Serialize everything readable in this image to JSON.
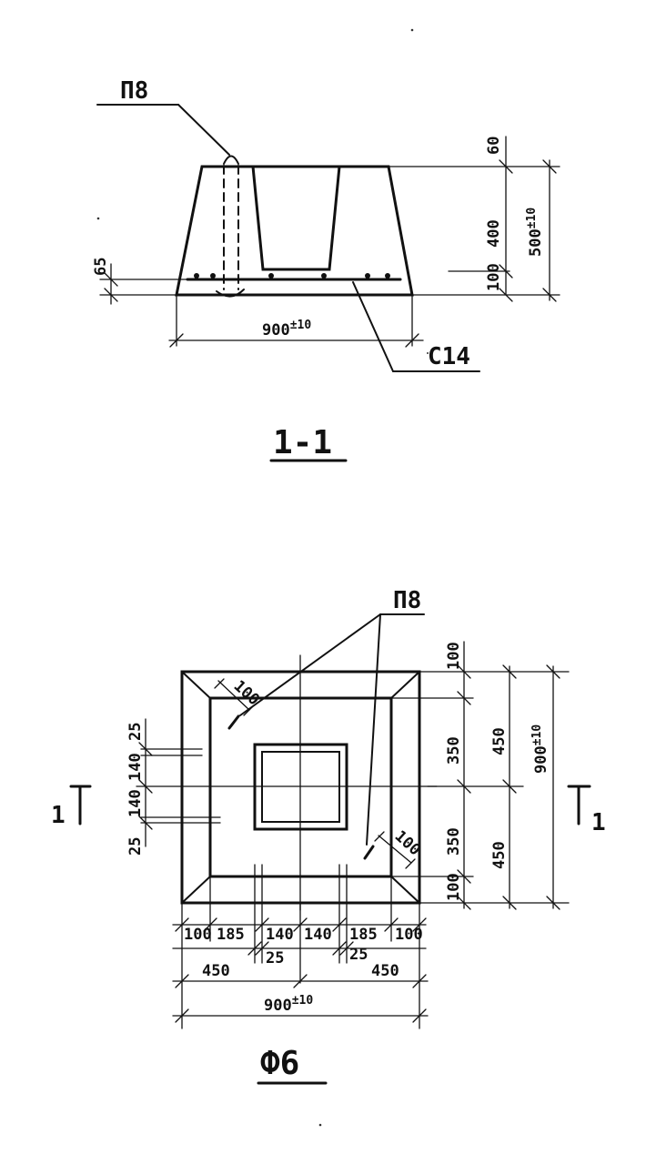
{
  "section": {
    "title": "1-1",
    "loop_mark": "П8",
    "rebar_mark": "С14",
    "dims": {
      "top": "60",
      "mid": "400",
      "bottom": "100",
      "height_total": "500",
      "height_tol": "±10",
      "cover": "65",
      "width": "900",
      "width_tol": "±10"
    }
  },
  "plan": {
    "title": "Ф6",
    "loop_mark": "П8",
    "cut_label": "1",
    "dims": {
      "loop_offset_a": "100",
      "loop_offset_b": "100",
      "left_25_top": "25",
      "left_140_top": "140",
      "left_140_bot": "140",
      "left_25_bot": "25",
      "right_100_top": "100",
      "right_350_top": "350",
      "right_350_bot": "350",
      "right_100_bot": "100",
      "right_450_top": "450",
      "right_450_bot": "450",
      "right_total": "900",
      "right_total_tol": "±10",
      "b_100_l": "100",
      "b_185_l": "185",
      "b_140_l": "140",
      "b_140_r": "140",
      "b_185_r": "185",
      "b_100_r": "100",
      "b_25_l": "25",
      "b_25_r": "25",
      "b_450_l": "450",
      "b_450_r": "450",
      "b_total": "900",
      "b_total_tol": "±10"
    }
  }
}
